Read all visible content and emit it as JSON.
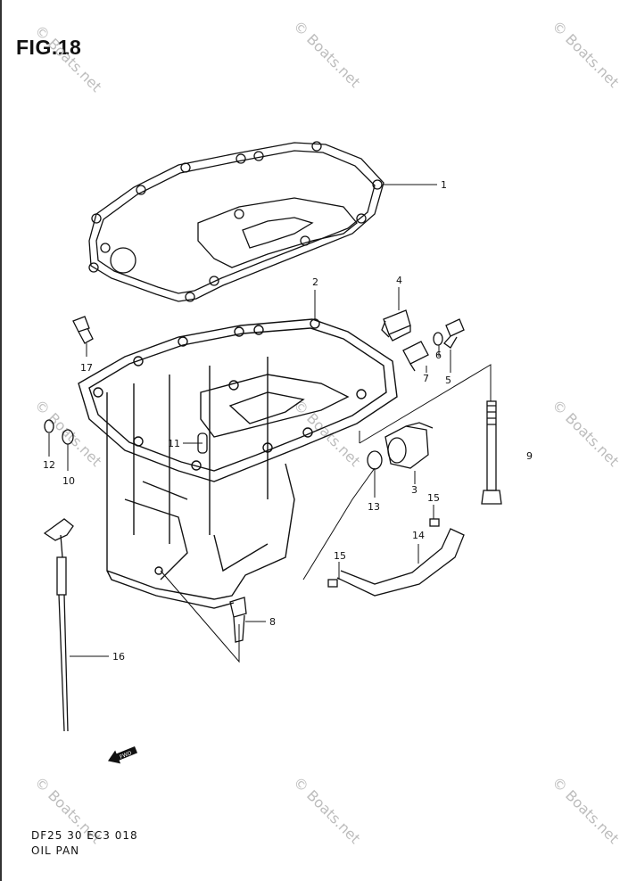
{
  "figure": {
    "title": "FIG.18",
    "model_code": "DF25 30 EC3  018",
    "section_name": "OIL PAN"
  },
  "parts": [
    {
      "ref": "1"
    },
    {
      "ref": "2"
    },
    {
      "ref": "3"
    },
    {
      "ref": "4"
    },
    {
      "ref": "5"
    },
    {
      "ref": "6"
    },
    {
      "ref": "7"
    },
    {
      "ref": "8"
    },
    {
      "ref": "9"
    },
    {
      "ref": "10"
    },
    {
      "ref": "11"
    },
    {
      "ref": "12"
    },
    {
      "ref": "13"
    },
    {
      "ref": "14"
    },
    {
      "ref": "15"
    },
    {
      "ref": "15"
    },
    {
      "ref": "16"
    },
    {
      "ref": "17"
    }
  ],
  "fwd_arrow_label": "FWD",
  "watermark": {
    "text": "© Boats.net",
    "color": "#bdbdbd"
  }
}
